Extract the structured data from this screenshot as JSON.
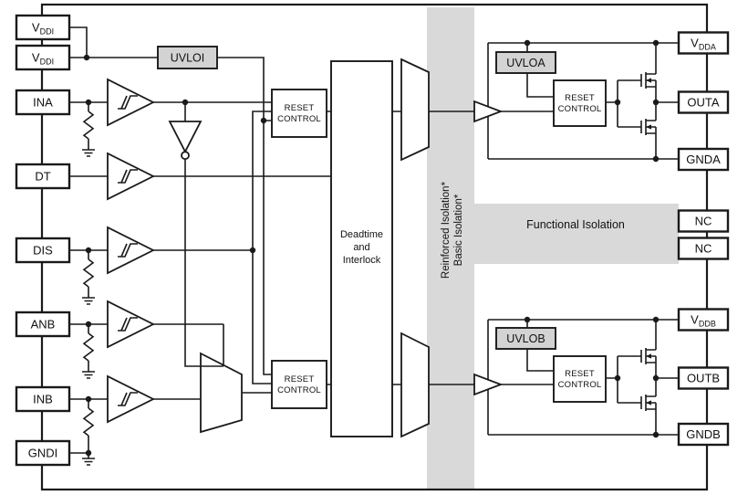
{
  "pins": {
    "left": [
      {
        "name": "VDDI",
        "main": "V",
        "sub": "DDI"
      },
      {
        "name": "VDDI",
        "main": "V",
        "sub": "DDI"
      },
      {
        "name": "INA",
        "main": "INA",
        "sub": ""
      },
      {
        "name": "DT",
        "main": "DT",
        "sub": ""
      },
      {
        "name": "DIS",
        "main": "DIS",
        "sub": ""
      },
      {
        "name": "ANB",
        "main": "ANB",
        "sub": ""
      },
      {
        "name": "INB",
        "main": "INB",
        "sub": ""
      },
      {
        "name": "GNDI",
        "main": "GNDI",
        "sub": ""
      }
    ],
    "right": [
      {
        "name": "VDDA",
        "main": "V",
        "sub": "DDA"
      },
      {
        "name": "OUTA",
        "main": "OUTA",
        "sub": ""
      },
      {
        "name": "GNDA",
        "main": "GNDA",
        "sub": ""
      },
      {
        "name": "NC",
        "main": "NC",
        "sub": ""
      },
      {
        "name": "NC",
        "main": "NC",
        "sub": ""
      },
      {
        "name": "VDDB",
        "main": "V",
        "sub": "DDB"
      },
      {
        "name": "OUTB",
        "main": "OUTB",
        "sub": ""
      },
      {
        "name": "GNDB",
        "main": "GNDB",
        "sub": ""
      }
    ]
  },
  "blocks": {
    "uvloi": "UVLOI",
    "uvloa": "UVLOA",
    "uvlob": "UVLOB",
    "reset_line1": "RESET",
    "reset_line2": "CONTROL",
    "deadtime_line1": "Deadtime",
    "deadtime_line2": "and",
    "deadtime_line3": "Interlock"
  },
  "isolation": {
    "vertical_line1": "Reinforced Isolation*",
    "vertical_line2": "Basic Isolation*",
    "horizontal": "Functional Isolation"
  },
  "colors": {
    "line": "#1a1a1a",
    "band": "#d9d9d9",
    "uvlo_fill": "#d3d3d3",
    "background": "#ffffff"
  }
}
